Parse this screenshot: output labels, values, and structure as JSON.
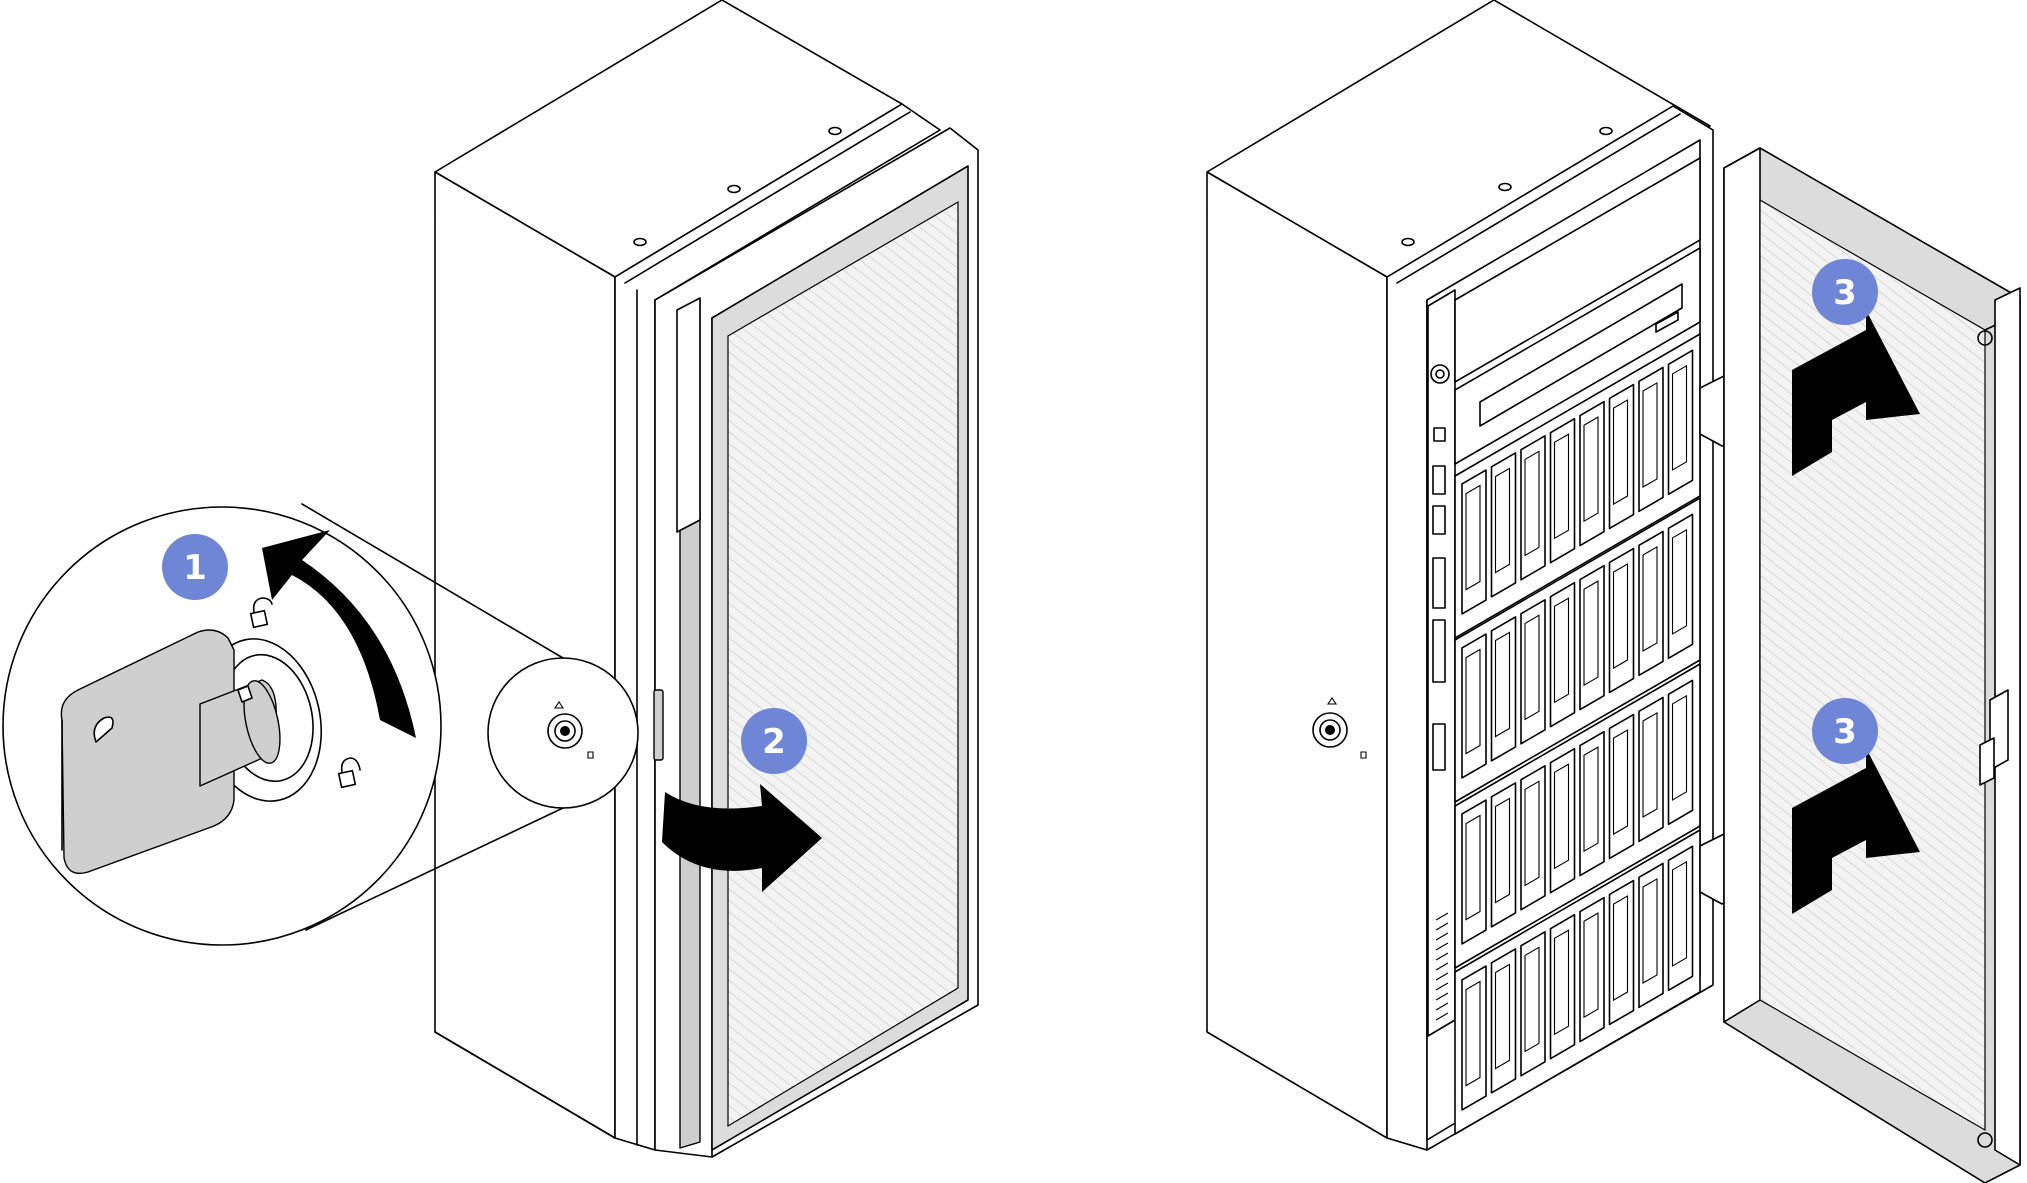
{
  "steps": [
    {
      "number": "1",
      "meaning": "unlock"
    },
    {
      "number": "2",
      "meaning": "open-door"
    },
    {
      "number": "3",
      "meaning": "lift-door-off"
    },
    {
      "number": "3",
      "meaning": "lift-door-off"
    }
  ],
  "colors": {
    "badge": "#6f86d6",
    "line": "#000000",
    "panel_gray": "#dcdcdc",
    "background": "#ffffff"
  },
  "icons": {
    "key": "key-icon",
    "lock": "lock-icon",
    "unlock": "unlock-icon",
    "rotate_arrow": "rotate-arrow-icon",
    "swing_arrow": "swing-arrow-icon",
    "lift_arrow": "lift-arrow-icon"
  }
}
